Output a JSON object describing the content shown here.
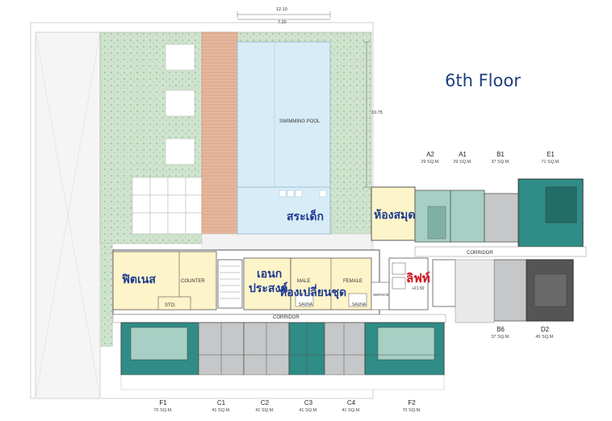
{
  "floor_title": "6th Floor",
  "dimensions": {
    "width_total": "12.10",
    "width_inner": "7.20",
    "depth": "19.75"
  },
  "zones": {
    "pool": "SWIMMING POOL",
    "deck": "สระเด็ก",
    "library": "ห้องสมุด",
    "fitness": "ฟิตเนส",
    "counter": "COUNTER",
    "storage": "STO.",
    "multipurpose_line1": "เอนก",
    "multipurpose_line2": "ประสงค์",
    "male": "MALE",
    "female": "FEMALE",
    "changing_room": "ห้องเปลี่ยนชุด",
    "sauna_left": "SAUNA",
    "sauna_right": "SAUNA",
    "lift": "ลิฟท์",
    "lift_level": "+21.50",
    "corridor_top": "CORRIDOR",
    "corridor_bottom": "CORRIDOR",
    "service": "SERVICE"
  },
  "units_top": [
    {
      "code": "A2",
      "area": "29 SQ.M."
    },
    {
      "code": "A1",
      "area": "29 SQ.M."
    },
    {
      "code": "B1",
      "area": "37 SQ.M."
    },
    {
      "code": "E1",
      "area": "71 SQ.M."
    }
  ],
  "units_right": [
    {
      "code": "B6",
      "area": "37 SQ.M."
    },
    {
      "code": "D2",
      "area": "45 SQ.M."
    }
  ],
  "units_bottom": [
    {
      "code": "F1",
      "area": "70 SQ.M."
    },
    {
      "code": "C1",
      "area": "41 SQ.M."
    },
    {
      "code": "C2",
      "area": "41 SQ.M."
    },
    {
      "code": "C3",
      "area": "41 SQ.M."
    },
    {
      "code": "C4",
      "area": "41 SQ.M."
    },
    {
      "code": "F2",
      "area": "70 SQ.M."
    }
  ],
  "colors": {
    "garden": "#cfe3cd",
    "pool": "#d8ecf7",
    "wood_deck": "#e6b79d",
    "amenity_yellow": "#fdf4c9",
    "unit_teal": "#2f8c86",
    "unit_teal_light": "#a7cfc3",
    "unit_gray": "#c5c7c8",
    "unit_dark": "#555555",
    "title": "#1f3f7a",
    "label_blue": "#1c3a8f",
    "label_red": "#d0121b"
  }
}
